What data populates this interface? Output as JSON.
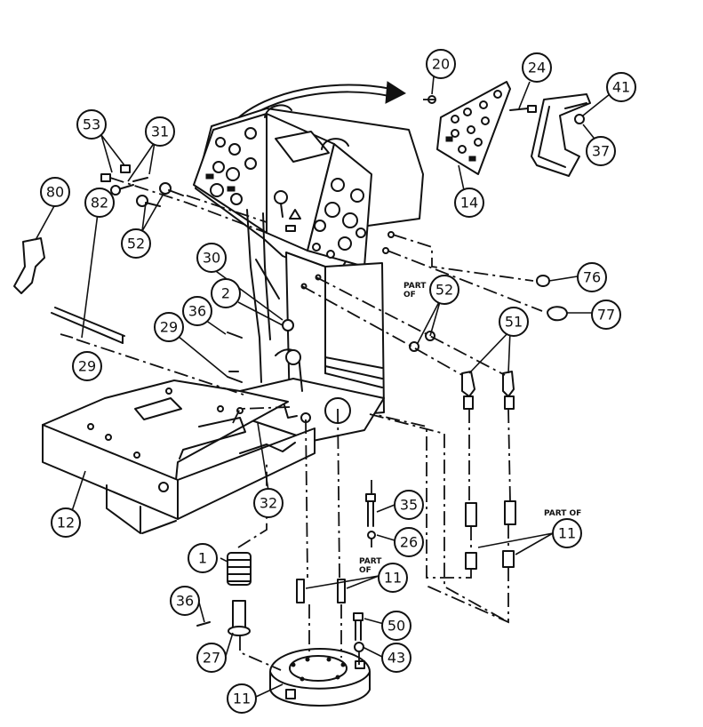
{
  "callouts": [
    {
      "id": "c20",
      "label": "20",
      "target": "panel-knob-20"
    },
    {
      "id": "c24",
      "label": "24",
      "target": "panel-screw-24"
    },
    {
      "id": "c41",
      "label": "41",
      "target": "bracket-nut-41"
    },
    {
      "id": "c37",
      "label": "37",
      "target": "bracket-washer-37"
    },
    {
      "id": "c14",
      "label": "14",
      "target": "side-control-panel"
    },
    {
      "id": "c53",
      "label": "53",
      "target": "nut-53"
    },
    {
      "id": "c31",
      "label": "31",
      "target": "fitting-31"
    },
    {
      "id": "c80",
      "label": "80",
      "target": "cover-80"
    },
    {
      "id": "c82",
      "label": "82",
      "target": "rod-82"
    },
    {
      "id": "c52a",
      "label": "52",
      "target": "fitting-52"
    },
    {
      "id": "c30",
      "label": "30",
      "target": "lever-30"
    },
    {
      "id": "c76",
      "label": "76",
      "target": "cap-76"
    },
    {
      "id": "c2",
      "label": "2",
      "target": "clip-2"
    },
    {
      "id": "c52b",
      "label": "52",
      "target": "nut-52"
    },
    {
      "id": "c36a",
      "label": "36",
      "target": "cotter-pin-36"
    },
    {
      "id": "c77",
      "label": "77",
      "target": "plug-77"
    },
    {
      "id": "c29a",
      "label": "29",
      "target": "pin-29"
    },
    {
      "id": "c51",
      "label": "51",
      "target": "hose-fittings-51"
    },
    {
      "id": "c29b",
      "label": "29",
      "target": "pin-29"
    },
    {
      "id": "c32",
      "label": "32",
      "target": "bolt-32"
    },
    {
      "id": "c12",
      "label": "12",
      "target": "base-plate-12"
    },
    {
      "id": "c35",
      "label": "35",
      "target": "bolt-35"
    },
    {
      "id": "c26",
      "label": "26",
      "target": "washer-26"
    },
    {
      "id": "c11a",
      "label": "11",
      "target": "fittings-part-of-11"
    },
    {
      "id": "c1",
      "label": "1",
      "target": "spring-1"
    },
    {
      "id": "c11b",
      "label": "11",
      "target": "studs-part-of-11"
    },
    {
      "id": "c36b",
      "label": "36",
      "target": "cotter-pin-36"
    },
    {
      "id": "c50",
      "label": "50",
      "target": "bolt-50"
    },
    {
      "id": "c27",
      "label": "27",
      "target": "pivot-pin-27"
    },
    {
      "id": "c43",
      "label": "43",
      "target": "washer-43"
    },
    {
      "id": "c11c",
      "label": "11",
      "target": "swivel-base-11"
    }
  ],
  "notes": [
    {
      "id": "n52",
      "lines": [
        "PART",
        "OF"
      ]
    },
    {
      "id": "n11a",
      "lines": [
        "PART OF"
      ]
    },
    {
      "id": "n11b",
      "lines": [
        "PART",
        "OF"
      ]
    }
  ]
}
